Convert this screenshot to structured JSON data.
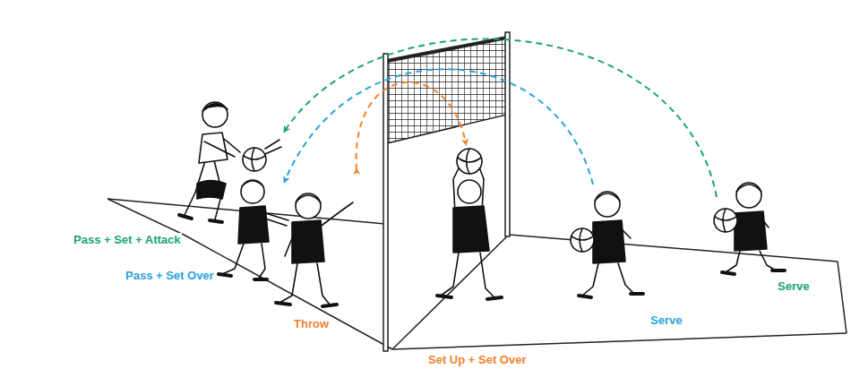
{
  "diagram": {
    "labels": [
      "Pass + Set + Attack",
      "Pass + Set Over",
      "Throw",
      "Set Up + Set Over",
      "Serve",
      "Serve"
    ]
  }
}
